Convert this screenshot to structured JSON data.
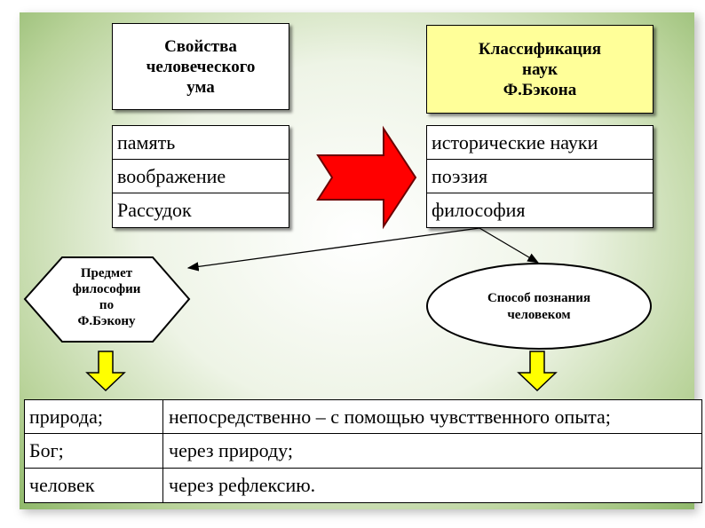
{
  "boxes": {
    "mind_properties_title": "Свойства\nчеловеческого\nума",
    "classification_title": "Классификация\nнаук\nФ.Бэкона"
  },
  "mind_properties": [
    "память",
    "воображение",
    "Рассудок"
  ],
  "sciences": [
    "исторические науки",
    "поэзия",
    "философия"
  ],
  "subject_label": "Предмет\nфилософии\nпо\nФ.Бэкону",
  "method_label": "Способ познания\nчеловеком",
  "table": [
    {
      "subject": "природа;",
      "method": "непосредственно – с помощью чувсттвенного опыта;"
    },
    {
      "subject": "Бог;",
      "method": "через природу;"
    },
    {
      "subject": "человек",
      "method": "через рефлексию."
    }
  ],
  "colors": {
    "big_arrow": "#ff0000",
    "down_arrows": "#ffff00",
    "highlight_box": "#ffff99",
    "background_green": "#8fb86a"
  }
}
